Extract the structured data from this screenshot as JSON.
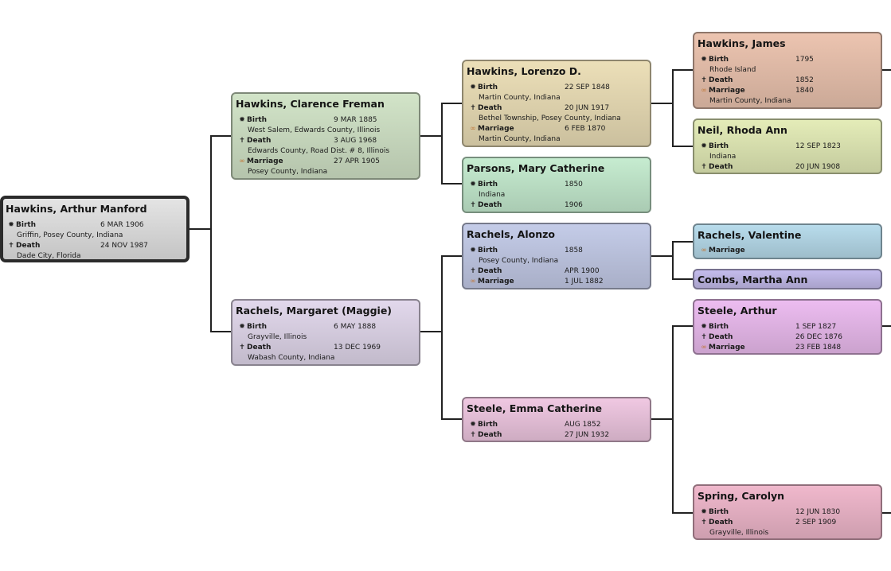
{
  "cards": {
    "arthur_manford": {
      "name": "Hawkins, Arthur Manford",
      "birth": {
        "label": "Birth",
        "date": "6 MAR 1906",
        "place": "Griffin, Posey County, Indiana"
      },
      "death": {
        "label": "Death",
        "date": "24 NOV 1987",
        "place": "Dade City, Florida"
      }
    },
    "clarence_freman": {
      "name": "Hawkins, Clarence Freman",
      "birth": {
        "label": "Birth",
        "date": "9 MAR 1885",
        "place": "West Salem, Edwards County, Illinois"
      },
      "death": {
        "label": "Death",
        "date": "3 AUG 1968",
        "place": "Edwards County, Road Dist. # 8, Illinois"
      },
      "marriage": {
        "label": "Marriage",
        "date": "27 APR 1905",
        "place": "Posey County, Indiana"
      }
    },
    "margaret_maggie": {
      "name": "Rachels, Margaret (Maggie)",
      "birth": {
        "label": "Birth",
        "date": "6 MAY 1888",
        "place": "Grayville, Illinois"
      },
      "death": {
        "label": "Death",
        "date": "13 DEC 1969",
        "place": "Wabash County, Indiana"
      }
    },
    "lorenzo_d": {
      "name": "Hawkins, Lorenzo D.",
      "birth": {
        "label": "Birth",
        "date": "22 SEP 1848",
        "place": "Martin County, Indiana"
      },
      "death": {
        "label": "Death",
        "date": "20 JUN 1917",
        "place": "Bethel Township, Posey County, Indiana"
      },
      "marriage": {
        "label": "Marriage",
        "date": "6 FEB 1870",
        "place": "Martin County, Indiana"
      }
    },
    "mary_catherine": {
      "name": "Parsons, Mary Catherine",
      "birth": {
        "label": "Birth",
        "date": "1850",
        "place": "Indiana"
      },
      "death": {
        "label": "Death",
        "date": "1906"
      }
    },
    "alonzo": {
      "name": "Rachels, Alonzo",
      "birth": {
        "label": "Birth",
        "date": "1858",
        "place": "Posey County, Indiana"
      },
      "death": {
        "label": "Death",
        "date": "APR 1900"
      },
      "marriage": {
        "label": "Marriage",
        "date": "1 JUL 1882"
      }
    },
    "emma_catherine": {
      "name": "Steele, Emma Catherine",
      "birth": {
        "label": "Birth",
        "date": "AUG 1852"
      },
      "death": {
        "label": "Death",
        "date": "27 JUN 1932"
      }
    },
    "james": {
      "name": "Hawkins, James",
      "birth": {
        "label": "Birth",
        "date": "1795",
        "place": "Rhode Island"
      },
      "death": {
        "label": "Death",
        "date": "1852"
      },
      "marriage": {
        "label": "Marriage",
        "date": "1840",
        "place": "Martin County, Indiana"
      }
    },
    "rhoda_ann": {
      "name": "Neil, Rhoda Ann",
      "birth": {
        "label": "Birth",
        "date": "12 SEP 1823",
        "place": "Indiana"
      },
      "death": {
        "label": "Death",
        "date": "20 JUN 1908"
      }
    },
    "valentine": {
      "name": "Rachels, Valentine",
      "marriage": {
        "label": "Marriage"
      }
    },
    "martha_ann": {
      "name": "Combs, Martha Ann"
    },
    "arthur_steele": {
      "name": "Steele, Arthur",
      "birth": {
        "label": "Birth",
        "date": "1 SEP 1827"
      },
      "death": {
        "label": "Death",
        "date": "26 DEC 1876"
      },
      "marriage": {
        "label": "Marriage",
        "date": "23 FEB 1848"
      }
    },
    "carolyn": {
      "name": "Spring, Carolyn",
      "birth": {
        "label": "Birth",
        "date": "12 JUN 1830"
      },
      "death": {
        "label": "Death",
        "date": "2 SEP 1909",
        "place": "Grayville, Illinois"
      }
    }
  },
  "icons": {
    "birth": "birth-star-icon",
    "death": "death-cross-icon",
    "marriage": "marriage-rings-icon"
  },
  "colors": {
    "arthur_manford": "#e4e4e4",
    "clarence_freman": "#d2e4c8",
    "margaret_maggie": "#e2d8ec",
    "lorenzo_d": "#ecdfb8",
    "mary_catherine": "#c6ecd0",
    "alonzo": "#c4cce8",
    "emma_catherine": "#f0c8e2",
    "james": "#ecc4b0",
    "rhoda_ann": "#e4ecb8",
    "valentine": "#b8dcec",
    "martha_ann": "#c4bcec",
    "arthur_steele": "#ecbcf0",
    "carolyn": "#f0b8cc"
  }
}
